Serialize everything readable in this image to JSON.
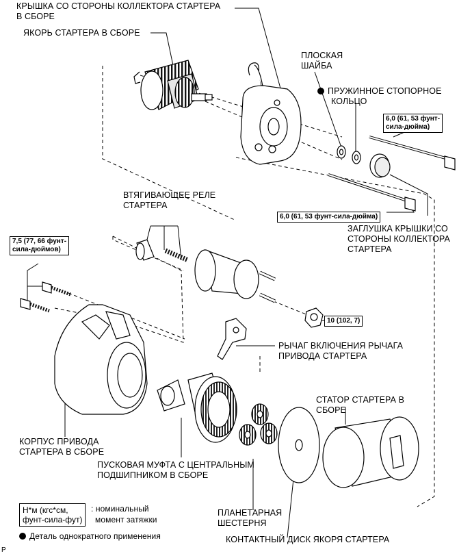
{
  "labels": {
    "commutator_end_cover": [
      "КРЫШКА СО СТОРОНЫ КОЛЛЕКТОРА СТАРТЕРА",
      "В СБОРЕ"
    ],
    "armature": [
      "ЯКОРЬ СТАРТЕРА В СБОРЕ"
    ],
    "plate_washer": [
      "ПЛОСКАЯ",
      "ШАЙБА"
    ],
    "spring_ring": [
      "ПРУЖИННОЕ СТОПОРНОЕ",
      "КОЛЬЦО"
    ],
    "solenoid": [
      "ВТЯГИВАЮЩЕЕ РЕЛЕ",
      "СТАРТЕРА"
    ],
    "end_cover_plug": [
      "ЗАГЛУШКА КРЫШКИ СО",
      "СТОРОНЫ КОЛЛЕКТОРА",
      "СТАРТЕРА"
    ],
    "drive_lever": [
      "РЫЧАГ ВКЛЮЧЕНИЯ РЫЧАГА",
      "ПРИВОДА СТАРТЕРА"
    ],
    "stator": [
      "СТАТОР СТАРТЕРА В",
      "СБОРЕ"
    ],
    "drive_housing": [
      "КОРПУС ПРИВОДА",
      "СТАРТЕРА В СБОРЕ"
    ],
    "clutch": [
      "ПУСКОВАЯ МУФТА С ЦЕНТРАЛЬНЫМ",
      "ПОДШИПНИКОМ В СБОРЕ"
    ],
    "planetary_gear": [
      "ПЛАНЕТАРНАЯ",
      "ШЕСТЕРНЯ"
    ],
    "armature_plate": [
      "КОНТАКТНЫЙ ДИСК ЯКОРЯ СТАРТЕРА"
    ]
  },
  "torques": {
    "through_bolt_upper": [
      "6,0 (61, 53 фунт-",
      "сила-дюйма)"
    ],
    "through_bolt_lower": [
      "6,0 (61, 53 фунт-сила-дюйма)"
    ],
    "housing_bolts": [
      "7,5 (77, 66 фунт-",
      "сила-дюймов)"
    ],
    "terminal_nut": [
      "10 (102, 7)"
    ]
  },
  "legend": {
    "unit_box": [
      "Н*м (кгс*см,",
      "фунт-сила-фут)"
    ],
    "unit_desc": [
      ": номинальный",
      "момент затяжки"
    ],
    "non_reusable": "Деталь однократного применения"
  },
  "corner_mark": "P",
  "colors": {
    "ink": "#000000",
    "paper": "#ffffff",
    "shade": "#d9d9d9"
  }
}
